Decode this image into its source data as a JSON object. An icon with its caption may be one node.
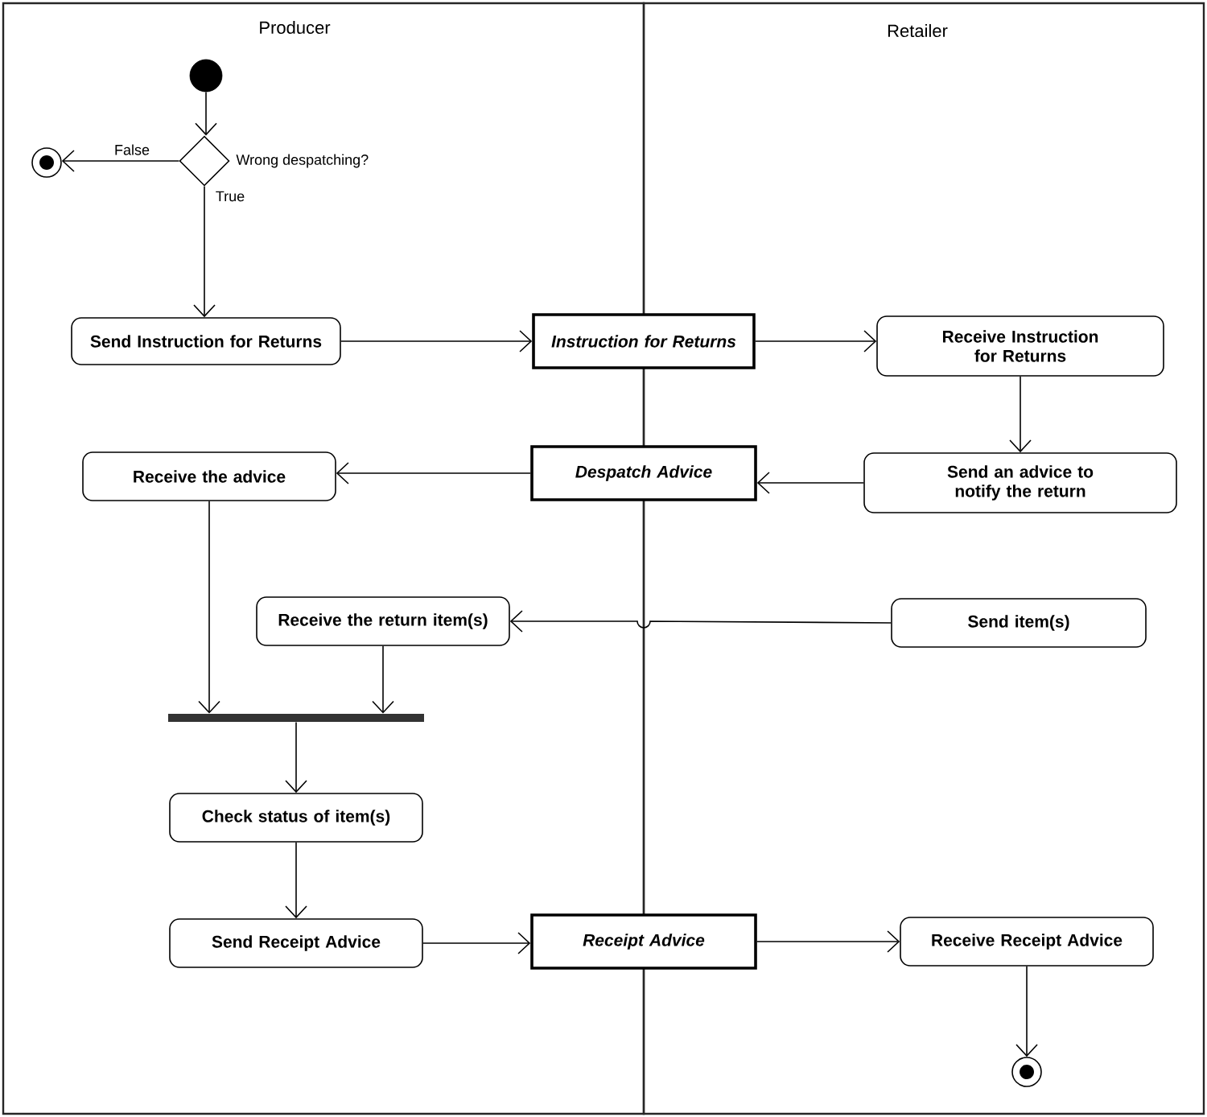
{
  "diagram": {
    "nodes": [
      {
        "text": [
          "Producer"
        ]
      },
      {
        "text": [
          "Retailer"
        ]
      },
      {
        "text": [],
        "shape": "circle",
        "in": 0
      },
      {
        "text": [],
        "shape": "diamond",
        "beside": [
          "Wrong despatching?"
        ],
        "in": 0
      },
      {
        "text": [],
        "shape": "circle",
        "in": 0
      },
      {
        "text": [
          "Send Instruction for Returns"
        ],
        "in": 0
      },
      {
        "text": [
          "Instruction for Returns"
        ]
      },
      {
        "text": [
          "Receive Instruction for Returns"
        ],
        "in": 1
      },
      {
        "text": [
          "Receive the advice"
        ],
        "in": 0
      },
      {
        "text": [
          "Despatch Advice"
        ]
      },
      {
        "text": [
          "Send an advice to notify the return"
        ],
        "in": 1
      },
      {
        "text": [
          "Receive the return item(s)"
        ],
        "in": 0
      },
      {
        "text": [
          "Send item(s)"
        ],
        "in": 1
      },
      {
        "text": [],
        "shape": "bar",
        "in": 0
      },
      {
        "text": [
          "Check status of item(s)"
        ],
        "in": 0
      },
      {
        "text": [
          "Send Receipt Advice"
        ],
        "in": 0
      },
      {
        "text": [
          "Receipt Advice"
        ]
      },
      {
        "text": [
          "Receive Receipt Advice"
        ],
        "in": 1
      },
      {
        "text": [],
        "shape": "circle",
        "in": 1
      }
    ],
    "edges": [
      {
        "from": 2,
        "to": 3,
        "arrow": "to"
      },
      {
        "from": 3,
        "to": 4,
        "arrow": "to",
        "label": "False"
      },
      {
        "from": 3,
        "to": 5,
        "arrow": "to",
        "label": "True"
      },
      {
        "from": 5,
        "to": 6,
        "arrow": "to"
      },
      {
        "from": 6,
        "to": 7,
        "arrow": "to"
      },
      {
        "from": 7,
        "to": 10,
        "arrow": "to"
      },
      {
        "from": 10,
        "to": 9,
        "arrow": "to"
      },
      {
        "from": 9,
        "to": 8,
        "arrow": "to"
      },
      {
        "from": 12,
        "to": 11,
        "arrow": "to"
      },
      {
        "from": 8,
        "to": 13,
        "arrow": "to"
      },
      {
        "from": 11,
        "to": 13,
        "arrow": "to"
      },
      {
        "from": 13,
        "to": 14,
        "arrow": "to"
      },
      {
        "from": 14,
        "to": 15,
        "arrow": "to"
      },
      {
        "from": 15,
        "to": 16,
        "arrow": "to"
      },
      {
        "from": 16,
        "to": 17,
        "arrow": "to"
      },
      {
        "from": 17,
        "to": 18,
        "arrow": "to"
      }
    ]
  }
}
